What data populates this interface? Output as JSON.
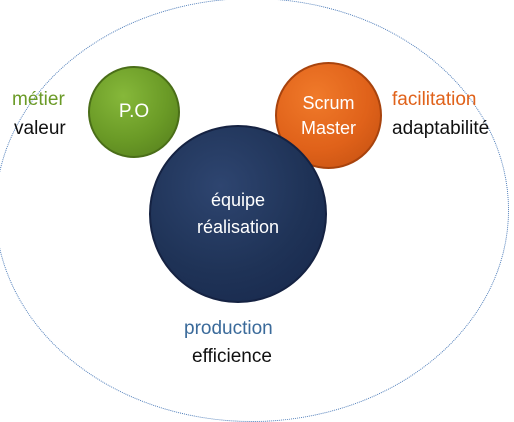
{
  "diagram": {
    "nodes": {
      "po": {
        "label": "P.O",
        "color": "#6a9a26"
      },
      "scrum_master": {
        "line1": "Scrum",
        "line2": "Master",
        "color": "#e0621a"
      },
      "team": {
        "line1": "équipe",
        "line2": "réalisation",
        "color": "#1f3357"
      }
    },
    "labels": {
      "po_focus": "métier",
      "po_value": "valeur",
      "sm_focus": "facilitation",
      "sm_value": "adaptabilité",
      "team_focus": "production",
      "team_value": "efficience"
    }
  }
}
